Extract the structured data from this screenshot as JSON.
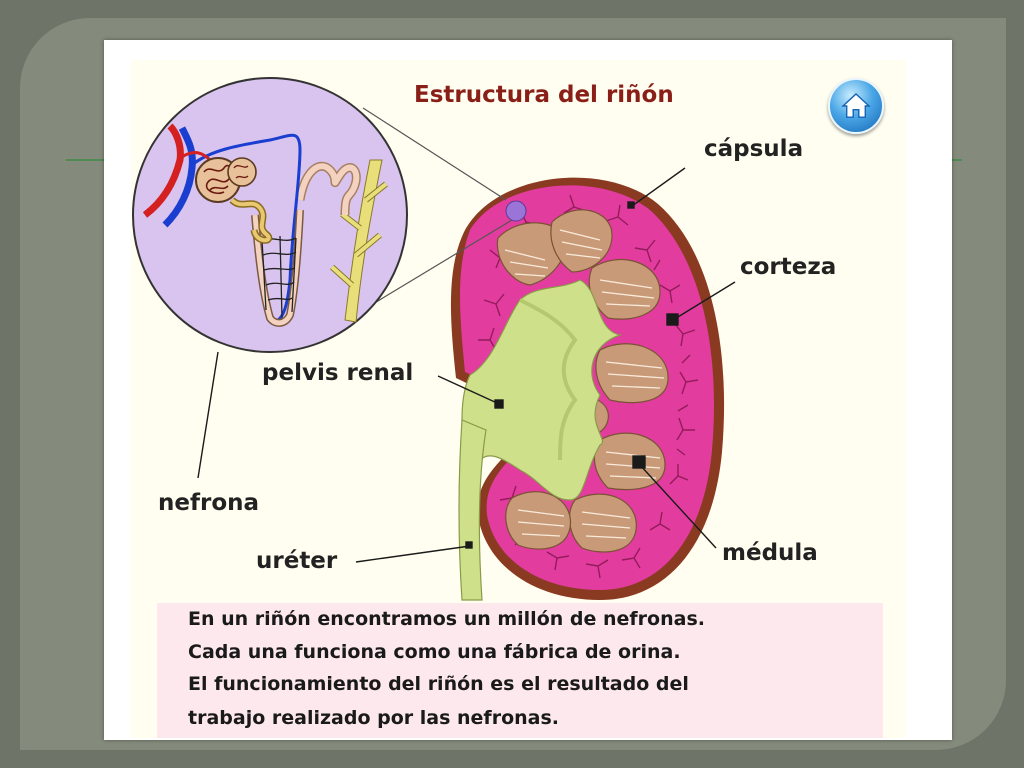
{
  "title": "Estructura del riñón",
  "labels": {
    "capsula": "cápsula",
    "corteza": "corteza",
    "pelvis": "pelvis renal",
    "nefrona": "nefrona",
    "ureter": "uréter",
    "medula": "médula"
  },
  "info_lines": [
    "En un riñón encontramos un millón de nefronas.",
    "Cada una funciona como una fábrica de orina.",
    "El funcionamiento del riñón es el resultado del",
    "trabajo realizado por las nefronas."
  ],
  "icons": {
    "home": "home-icon"
  },
  "colors": {
    "capsule": "#8b3a22",
    "cortex": "#e23c9e",
    "pelvis": "#cfe08a",
    "medulla": "#c89a78",
    "nephron_circle": "#d9c4ef",
    "artery": "#d42020",
    "vein": "#1a3fd0",
    "title": "#8a1f17"
  }
}
